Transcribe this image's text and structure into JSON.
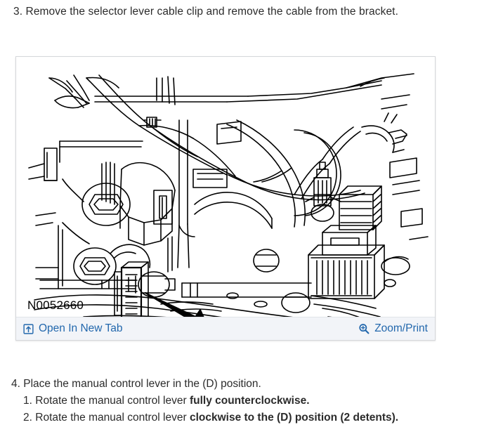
{
  "document": {
    "step_3": "3. Remove the selector lever cable clip and remove the cable from the bracket.",
    "step_4": "4. Place the manual control lever in the (D) position.",
    "substeps": [
      {
        "number": "1.",
        "text_plain": "Rotate the manual control lever ",
        "text_bold": "fully counterclockwise."
      },
      {
        "number": "2.",
        "text_plain": "Rotate the manual control lever ",
        "text_bold": "clockwise to the (D) position (2 detents)."
      }
    ]
  },
  "figure": {
    "image_id": "N0052660",
    "alt": "Line drawing of automatic transmission valve body showing selector lever cable clip indicated by a solid black arrow",
    "toolbar": {
      "open_new_tab_label": "Open In New Tab",
      "open_new_tab_icon": "open-in-new-tab-icon",
      "zoom_print_label": "Zoom/Print",
      "zoom_print_icon": "magnifier-plus-icon"
    }
  },
  "colors": {
    "link": "#2368ad",
    "text": "#2b2b2b",
    "toolbar_bg": "#f2f4f8",
    "panel_border": "#d5d7da",
    "line_art": "#000000"
  }
}
